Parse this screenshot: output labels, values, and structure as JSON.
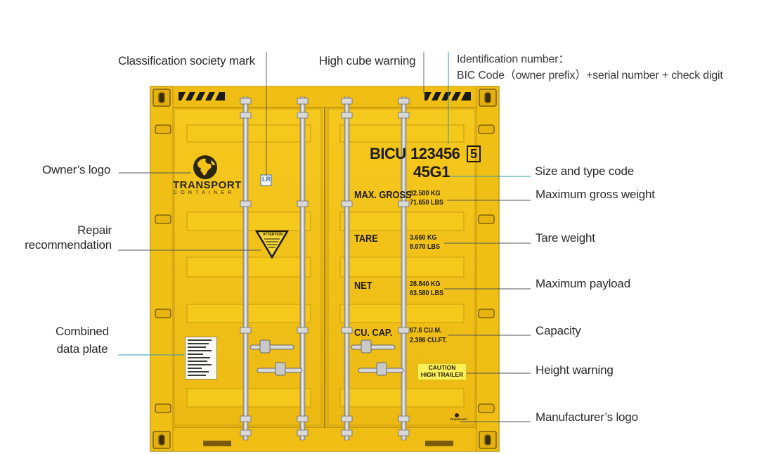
{
  "labels": {
    "classification_society_mark": "Classification society mark",
    "high_cube_warning": "High cube warning",
    "identification_title": "Identification number：",
    "identification_detail": "BIC Code（owner prefix）+serial number + check digit",
    "owners_logo": "Owner’s logo",
    "size_and_type_code": "Size and type code",
    "maximum_gross_weight": "Maximum gross weight",
    "repair_recommendation_line1": "Repair",
    "repair_recommendation_line2": "recommendation",
    "tare_weight": "Tare weight",
    "maximum_payload": "Maximum payload",
    "combined_data_plate_line1": "Combined",
    "combined_data_plate_line2": "data plate",
    "capacity": "Capacity",
    "height_warning": "Height warning",
    "manufacturers_logo": "Manufacturer’s logo"
  },
  "container": {
    "owner_prefix": "BICU",
    "serial_number": "123456",
    "check_digit": "5",
    "size_type_code": "45G1",
    "logo_name": "TRANSPORT",
    "logo_subtitle": "CONTAINER",
    "class_mark": "LR",
    "warning_sign_text": "ATTENTION",
    "rows": [
      {
        "label": "MAX. GROSS",
        "value1": "32.500 KG",
        "value2": "71.650 LBS"
      },
      {
        "label": "TARE",
        "value1": "3.660 KG",
        "value2": "8.070 LBS"
      },
      {
        "label": "NET",
        "value1": "28.840 KG",
        "value2": "63.580 LBS"
      },
      {
        "label": "CU. CAP.",
        "value1": "67.6 CU.M.",
        "value2": "2.386 CU.FT."
      }
    ],
    "caution_line1": "CAUTION",
    "caution_line2": "HIGH TRAILER",
    "manufacturer_mark": "TRANSPORT"
  },
  "colors": {
    "container_yellow": "#f2c218",
    "container_dark_yellow": "#c99a0c",
    "leader_line_gray": "#555555",
    "leader_line_teal": "#2a9ab0",
    "text": "#2b2b2b"
  }
}
